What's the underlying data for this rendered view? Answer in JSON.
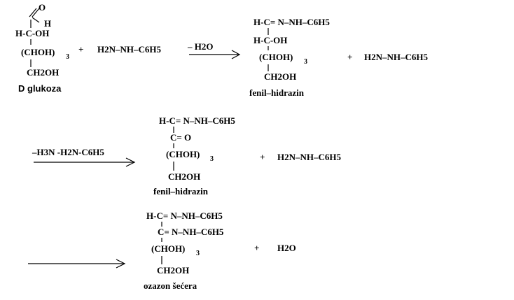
{
  "glucose": {
    "o": "O",
    "h1": "H",
    "hcoh": "H-C-OH",
    "chohn": "(CHOH)",
    "n": "3",
    "ch2oh": "CH2OH",
    "name": "D glukoza"
  },
  "plus": "+",
  "phenylhydrazine": "H2N–NH–C6H5",
  "minus_water": "– H2O",
  "hydrazone1": {
    "row1": "H-C= N–NH–C6H5",
    "row2": "H-C-OH",
    "chohn": "(CHOH)",
    "n": "3",
    "ch2oh": "CH2OH",
    "name": "fenil–hidrazin"
  },
  "minus_products": "–H3N  -H2N-C6H5",
  "hydrazone2": {
    "row1": "H-C= N–NH–C6H5",
    "row2": "C= O",
    "chohn": "(CHOH)",
    "n": "3",
    "ch2oh": "CH2OH",
    "name": "fenil–hidrazin"
  },
  "osazone": {
    "row1": "H-C= N–NH–C6H5",
    "row2": "C= N–NH–C6H5",
    "chohn": "(CHOH)",
    "n": "3",
    "ch2oh": "CH2OH",
    "name": "ozazon šećera"
  },
  "water": "H2O"
}
